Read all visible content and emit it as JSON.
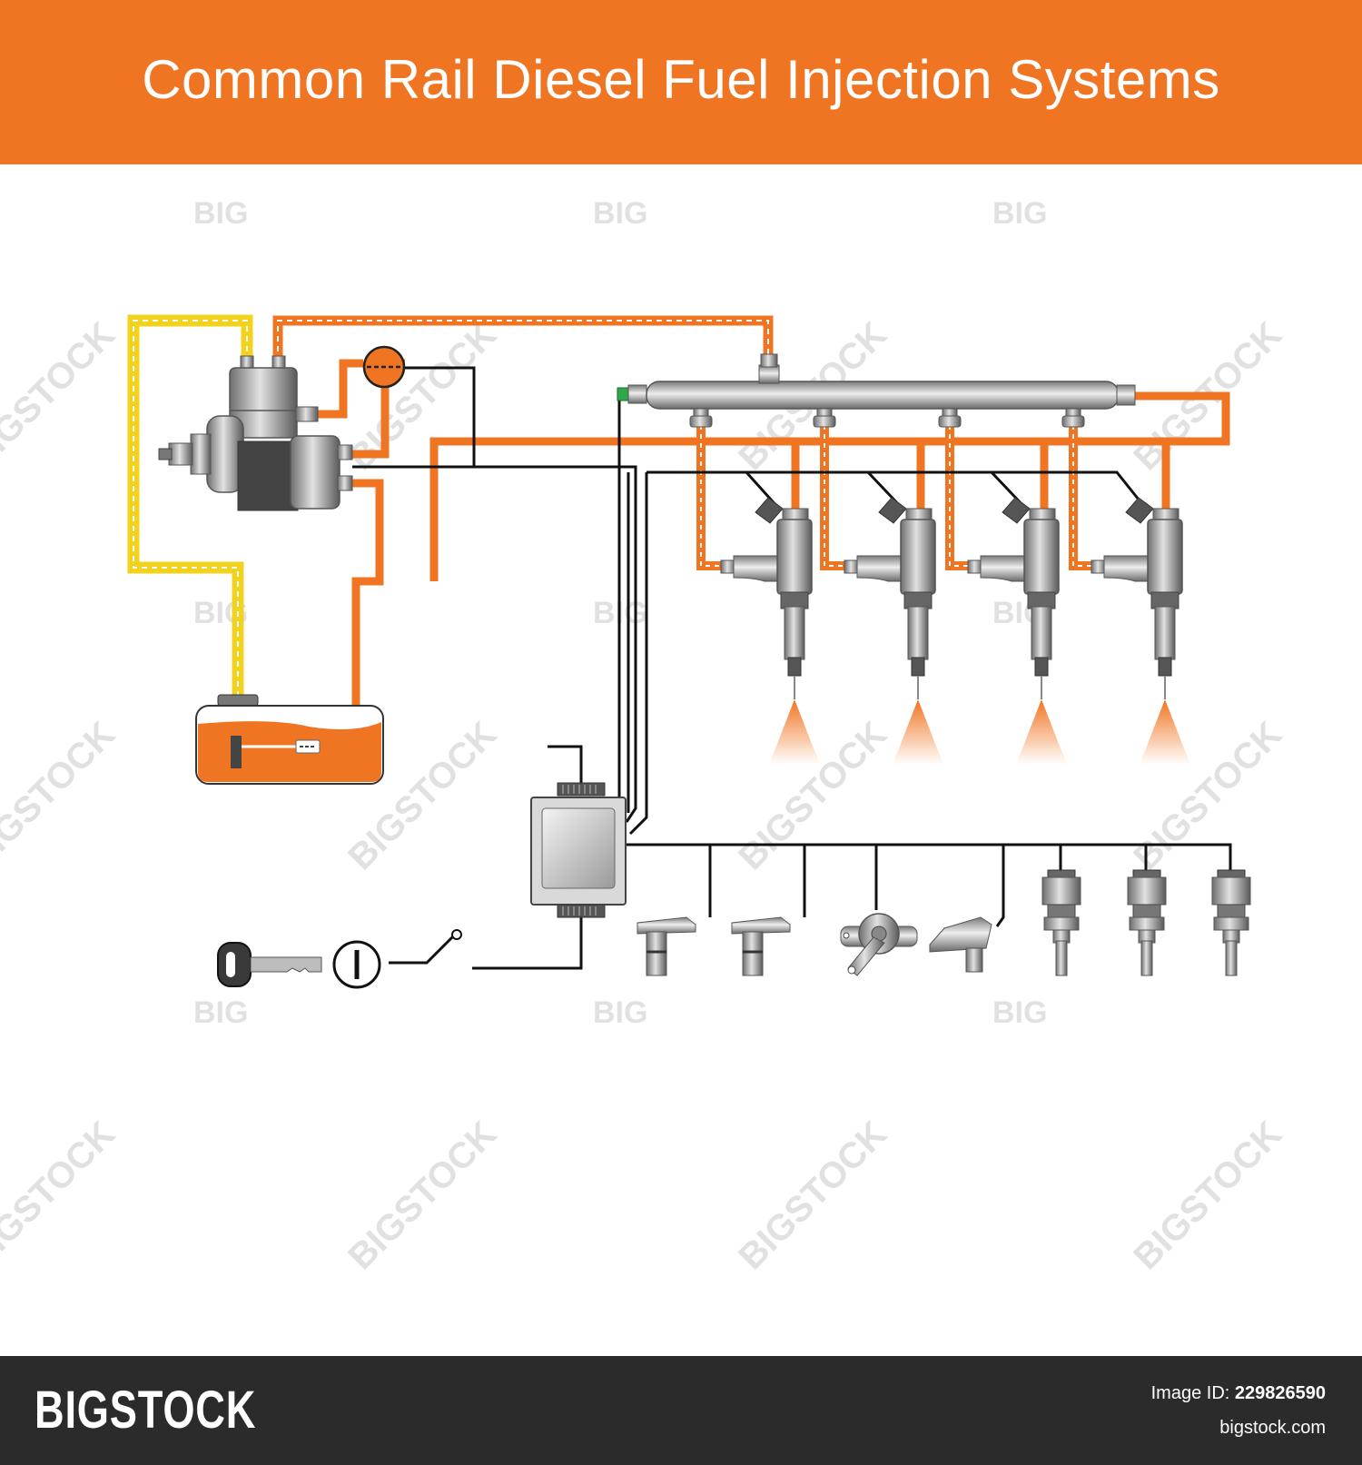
{
  "header": {
    "title": "Common Rail Diesel Fuel Injection Systems"
  },
  "footer": {
    "brand": "BIGSTOCK",
    "image_id_label": "Image ID:",
    "image_id": "229826590",
    "site": "bigstock.com"
  },
  "watermark": {
    "short": "BIG",
    "long": "BIGSTOCK"
  },
  "colors": {
    "header": "#f07522",
    "fuel_line": "#f07522",
    "low_pressure_line": "#f2d21c",
    "wire": "#111111",
    "footer": "#2b2b2b"
  }
}
